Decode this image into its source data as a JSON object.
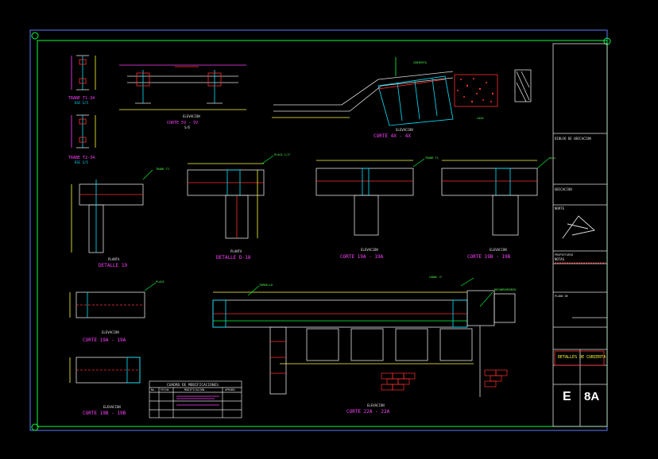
{
  "details": {
    "trabe_t1": "TRABE T1-34",
    "trabe_t2": "TRABE T2-34",
    "corte_5v": "CORTE 5V - 5V",
    "corte_4x": "CORTE 4X - 4X",
    "detalle_19": "DETALLE 19",
    "detalle_d18": "DETALLE D-18",
    "corte_19a": "CORTE 19A - 19A",
    "corte_19b": "CORTE 19B - 19B",
    "corte_19a_left": "CORTE 19A - 19A",
    "corte_19b_left": "CORTE 19B - 19B",
    "corte_22a": "CORTE 22A - 22A",
    "elevacion": "ELEVACION",
    "planta": "PLANTA",
    "esc": "S/E"
  },
  "table": {
    "title": "CUADRO DE MODIFICACIONES",
    "headers": [
      "No.",
      "FECHA",
      "MODIFICACION",
      "APROBO"
    ]
  },
  "title_block": {
    "dibujo": "DIBUJO DE UBICACION",
    "ubicacion": "UBICACION",
    "norte": "NORTE",
    "propietario": "PROPIETARIO",
    "notas": "NOTAS",
    "plano_title": "DETALLES DE CUBIERTA",
    "sheet_letter": "E",
    "sheet_number": "8A"
  }
}
